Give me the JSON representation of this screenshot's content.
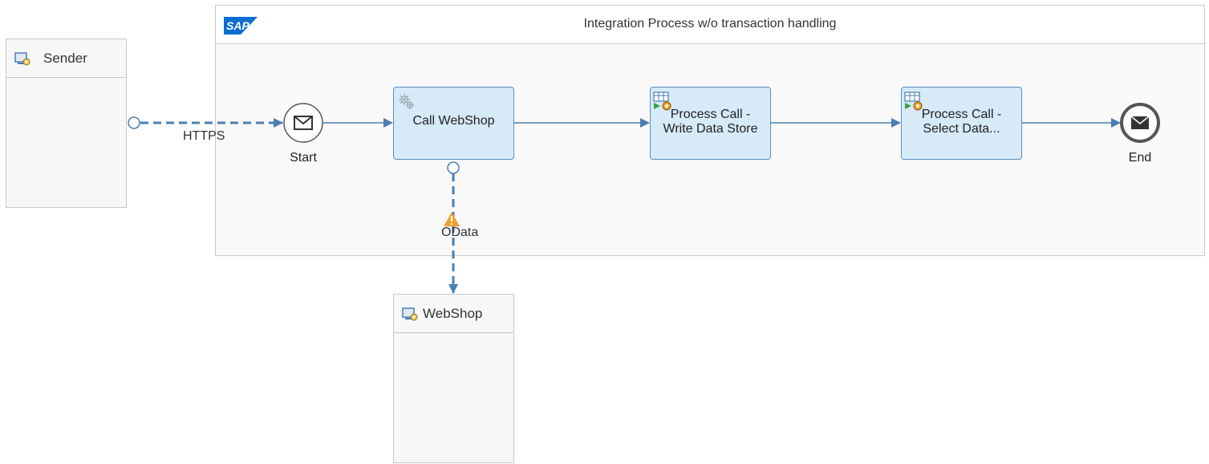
{
  "pool": {
    "title": "Integration Process w/o transaction handling",
    "logo_text": "SAP"
  },
  "participants": {
    "sender": "Sender",
    "receiver": "WebShop"
  },
  "events": {
    "start": "Start",
    "end": "End"
  },
  "tasks": {
    "call_webshop": "Call WebShop",
    "process_write": "Process Call -\nWrite Data Store",
    "process_select": "Process Call -\nSelect Data..."
  },
  "flows": {
    "https": "HTTPS",
    "odata": "OData"
  },
  "colors": {
    "flow": "#4a7fb0",
    "task_fill": "#d6eaf8",
    "task_border": "#5b8fc0",
    "warning": "#f0a030",
    "sap_blue": "#0a6ed1"
  },
  "icons": {
    "participant": "system-icon",
    "task": "gear-icon",
    "process_call": "process-call-icon",
    "event": "envelope-icon",
    "warning": "warning-icon"
  }
}
